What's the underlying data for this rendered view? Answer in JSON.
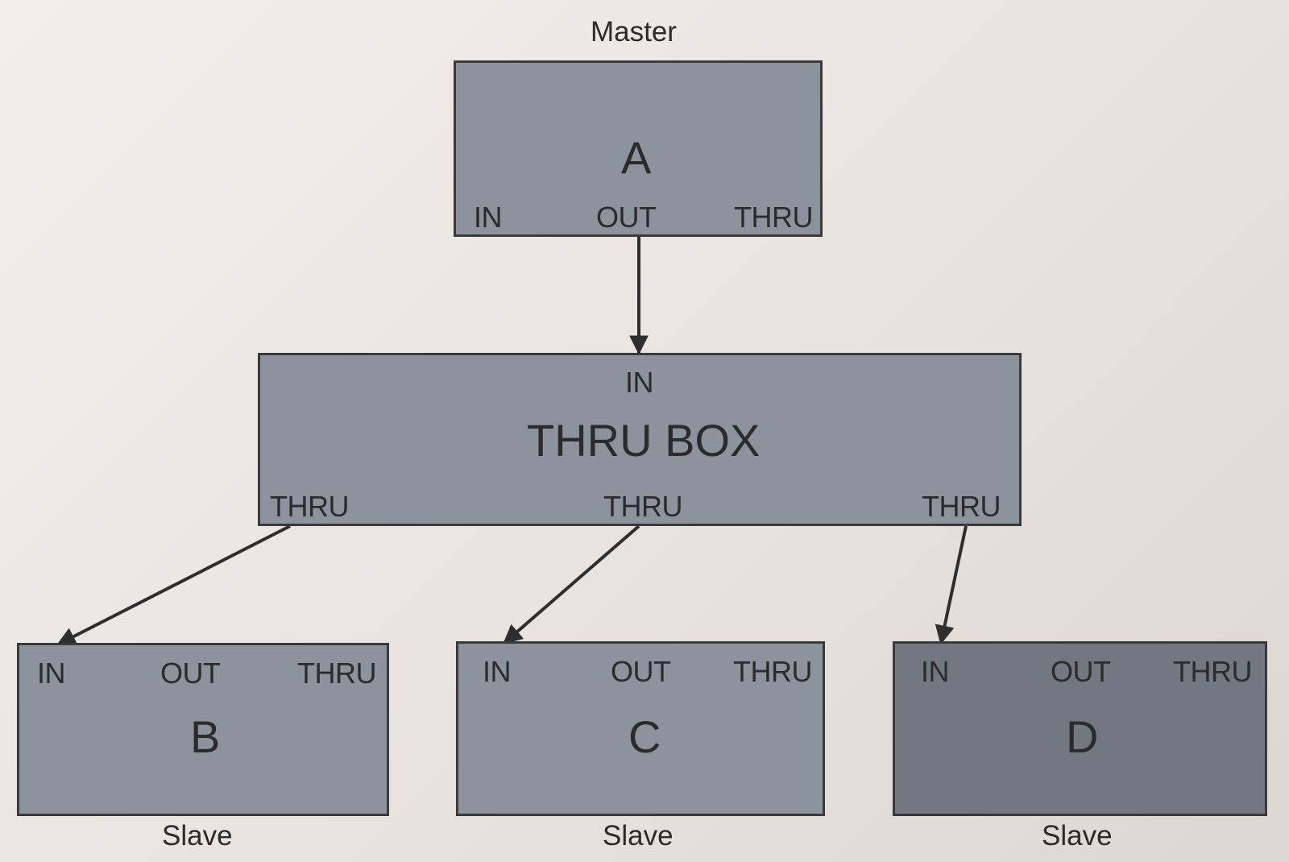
{
  "diagram": {
    "master_label": "Master",
    "slave_label": "Slave",
    "device_a": {
      "name": "A",
      "ports": {
        "in": "IN",
        "out": "OUT",
        "thru": "THRU"
      }
    },
    "thru_box": {
      "name": "THRU BOX",
      "in": "IN",
      "outputs": [
        "THRU",
        "THRU",
        "THRU"
      ]
    },
    "device_b": {
      "name": "B",
      "ports": {
        "in": "IN",
        "out": "OUT",
        "thru": "THRU"
      }
    },
    "device_c": {
      "name": "C",
      "ports": {
        "in": "IN",
        "out": "OUT",
        "thru": "THRU"
      }
    },
    "device_d": {
      "name": "D",
      "ports": {
        "in": "IN",
        "out": "OUT",
        "thru": "THRU"
      }
    },
    "connections": [
      {
        "from": "A.OUT",
        "to": "THRU BOX.IN"
      },
      {
        "from": "THRU BOX.THRU 1",
        "to": "B.IN"
      },
      {
        "from": "THRU BOX.THRU 2",
        "to": "C.IN"
      },
      {
        "from": "THRU BOX.THRU 3",
        "to": "D.IN"
      }
    ],
    "colors": {
      "box": "#8c939c",
      "box_dark": "#727880",
      "line": "#2e2e2e"
    }
  }
}
